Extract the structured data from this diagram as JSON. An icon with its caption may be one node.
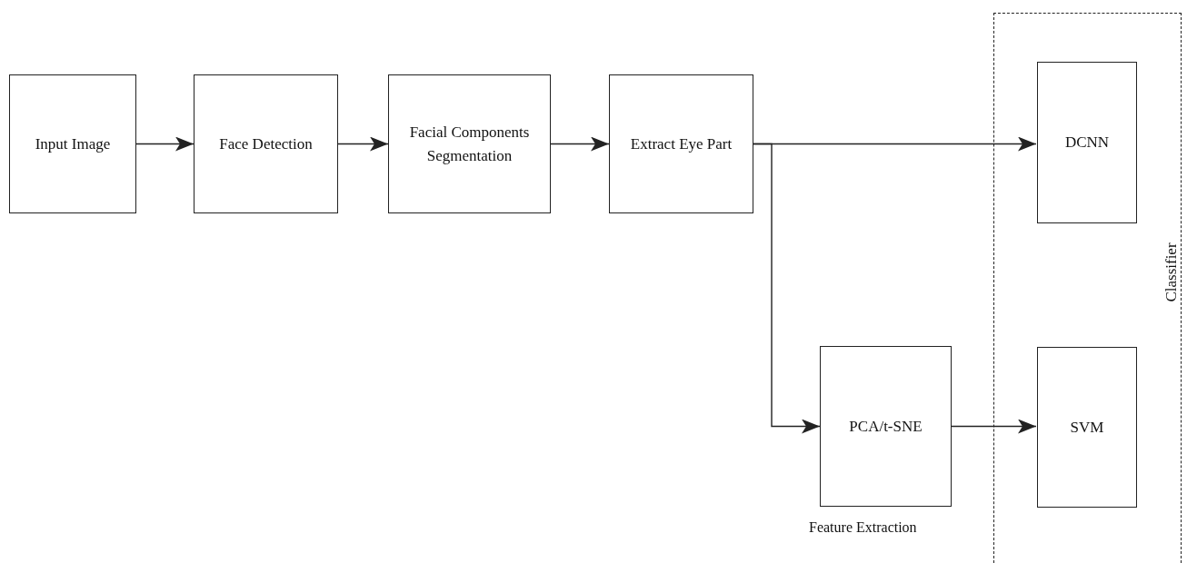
{
  "diagram": {
    "nodes": [
      {
        "text": [
          "Input Image"
        ]
      },
      {
        "text": [
          "Face Detection"
        ]
      },
      {
        "text": [
          "Facial Components Segmentation"
        ]
      },
      {
        "text": [
          "Extract Eye Part"
        ]
      },
      {
        "text": [
          "Classifier"
        ]
      },
      {
        "text": [
          "DCNN"
        ],
        "in": 4
      },
      {
        "text": [
          "PCA/t-SNE"
        ],
        "beside": [
          "Feature Extraction"
        ]
      },
      {
        "text": [
          "SVM"
        ],
        "in": 4
      }
    ],
    "edges": [
      {
        "from": 0,
        "to": 1,
        "arrow": "to"
      },
      {
        "from": 1,
        "to": 2,
        "arrow": "to"
      },
      {
        "from": 2,
        "to": 3,
        "arrow": "to"
      },
      {
        "from": 3,
        "to": 5,
        "arrow": "to"
      },
      {
        "from": 3,
        "to": 6,
        "arrow": "to"
      },
      {
        "from": 6,
        "to": 7,
        "arrow": "to"
      }
    ]
  }
}
